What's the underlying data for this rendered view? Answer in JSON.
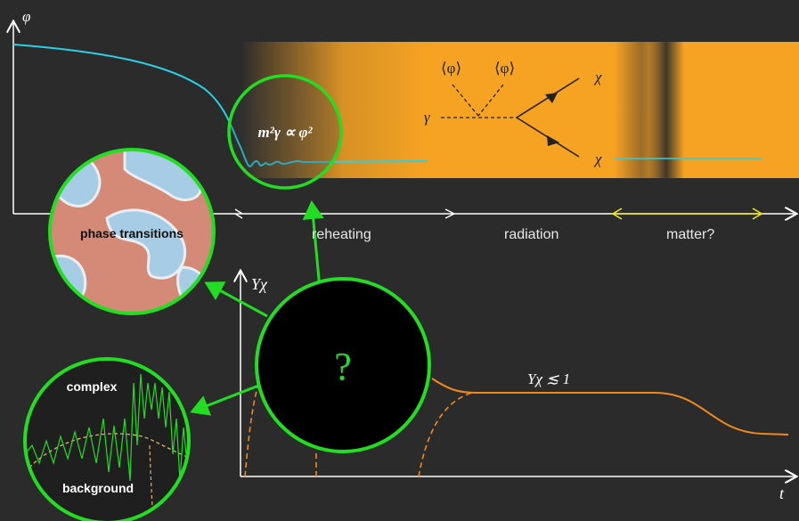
{
  "top_plot": {
    "y_axis_label": "φ",
    "feynman": {
      "vev_left": "⟨φ⟩",
      "vev_right": "⟨φ⟩",
      "photon": "γ",
      "chi_out": "χ",
      "chi_in": "χ"
    },
    "mass_relation": "m²γ ∝ φ²"
  },
  "eras": {
    "reheating": "reheating",
    "radiation": "radiation",
    "matter": "matter?"
  },
  "bottom_plot": {
    "y_axis_label": "Yχ",
    "x_axis_label": "t",
    "bound_label": "Yχ ≲ 1"
  },
  "bubbles": {
    "phase_transitions": "phase transitions",
    "unknown": "?",
    "complex": "complex",
    "background": "background"
  },
  "colors": {
    "background": "#2b2b2b",
    "orange_band": "#f6a323",
    "field_curve": "#29d0e8",
    "abundance_curve": "#f08a1c",
    "bubble_ring": "#22dd22",
    "matter_arrow": "#f2e70c",
    "axis": "#ffffff"
  }
}
